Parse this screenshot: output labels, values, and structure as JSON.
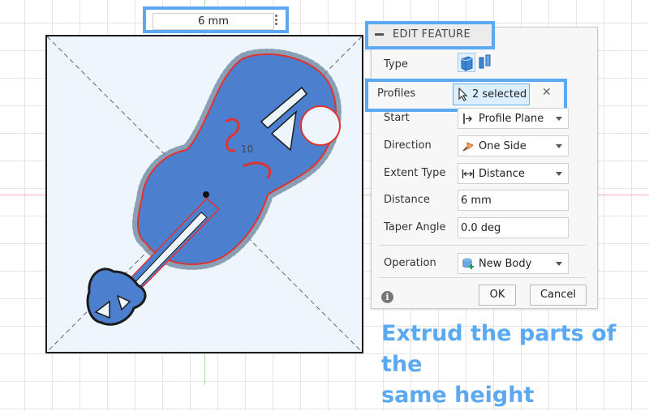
{
  "dimension": {
    "value": "6 mm"
  },
  "panel": {
    "title": "EDIT FEATURE",
    "type_label": "Type",
    "profiles": {
      "label": "Profiles",
      "value": "2 selected"
    },
    "start": {
      "label": "Start",
      "value": "Profile Plane"
    },
    "direction": {
      "label": "Direction",
      "value": "One Side"
    },
    "extent_type": {
      "label": "Extent Type",
      "value": "Distance"
    },
    "distance": {
      "label": "Distance",
      "value": "6 mm"
    },
    "taper_angle": {
      "label": "Taper Angle",
      "value": "0.0 deg"
    },
    "operation": {
      "label": "Operation",
      "value": "New Body"
    },
    "ok_label": "OK",
    "cancel_label": "Cancel"
  },
  "sketch": {
    "dimension_label": "10"
  },
  "caption": {
    "line1": "Extrud the parts of the",
    "line2": "same height"
  },
  "icons": [
    "collapse-icon",
    "solid-extrude-icon",
    "thin-extrude-icon",
    "cursor-icon",
    "clear-icon",
    "profile-plane-icon",
    "one-side-icon",
    "distance-icon",
    "new-body-icon",
    "info-icon"
  ],
  "colors": {
    "accent": "#5aa9f2",
    "profile_fill": "#4d7fcf",
    "outline": "#e0322f"
  }
}
